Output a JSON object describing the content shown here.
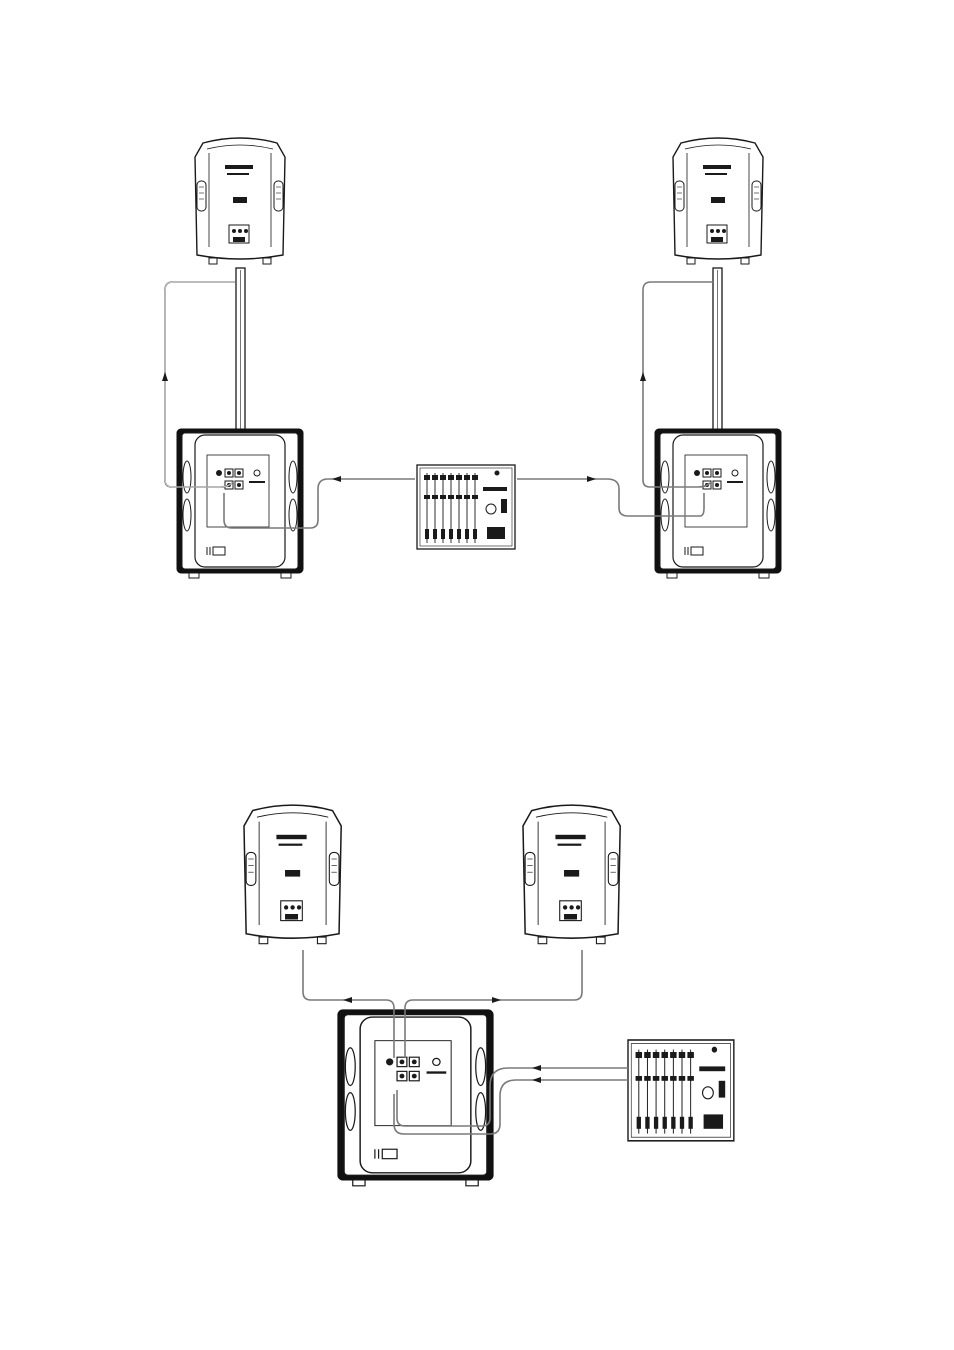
{
  "diagram": {
    "type": "speaker-system-wiring",
    "colors": {
      "line": "#1a1a1a",
      "cable": "#7a7a7a",
      "panel": "#ffffff",
      "cabinet": "#111111"
    }
  },
  "setup_a": {
    "speakers": [
      {
        "role": "top-speaker",
        "mounted_on": "pole",
        "side": "left"
      },
      {
        "role": "top-speaker",
        "mounted_on": "pole",
        "side": "right"
      }
    ],
    "subwoofers": [
      {
        "role": "subwoofer",
        "side": "left"
      },
      {
        "role": "subwoofer",
        "side": "right"
      }
    ],
    "mixer": {
      "role": "mixer",
      "position": "center"
    }
  },
  "setup_b": {
    "speakers": [
      {
        "role": "top-speaker",
        "side": "left"
      },
      {
        "role": "top-speaker",
        "side": "right"
      }
    ],
    "subwoofers": [
      {
        "role": "subwoofer",
        "position": "center"
      }
    ],
    "mixer": {
      "role": "mixer",
      "position": "right"
    }
  }
}
